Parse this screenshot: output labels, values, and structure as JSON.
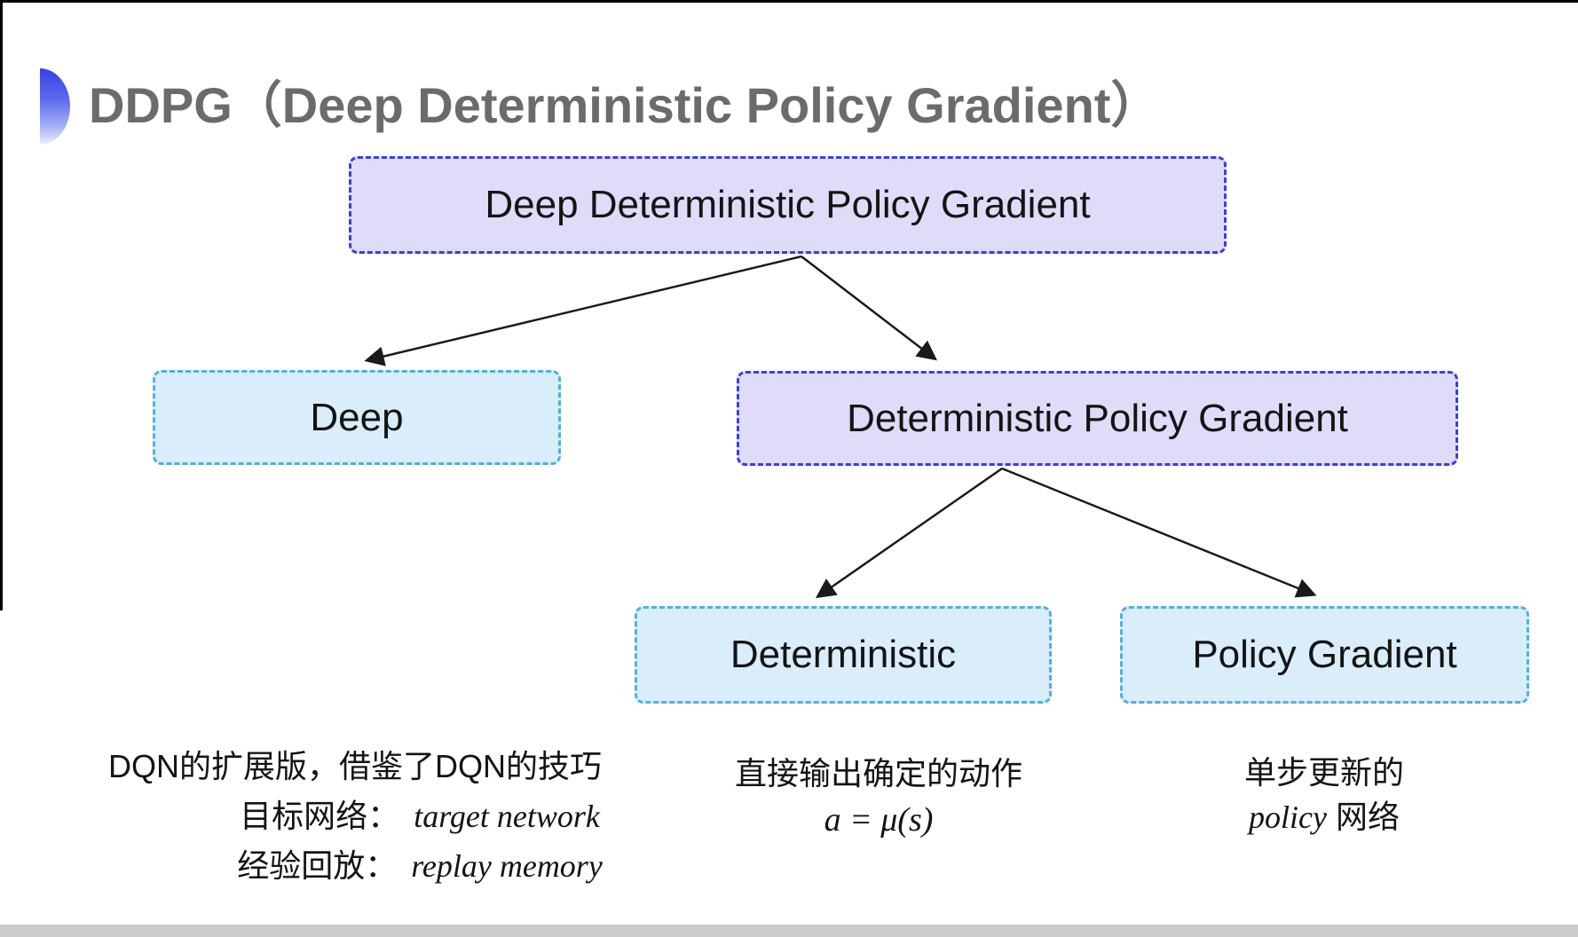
{
  "slide": {
    "title": "DDPG（Deep Deterministic Policy Gradient）"
  },
  "tree": {
    "root": "Deep Deterministic Policy Gradient",
    "deep": "Deep",
    "dpg": "Deterministic Policy Gradient",
    "deterministic": "Deterministic",
    "policy_gradient": "Policy Gradient"
  },
  "notes": {
    "deep": {
      "line1": "DQN的扩展版，借鉴了DQN的技巧",
      "line2_label": "目标网络：",
      "line2_term": "target network",
      "line3_label": "经验回放：",
      "line3_term": "replay memory"
    },
    "deterministic": {
      "line1": "直接输出确定的动作",
      "formula": "a = μ(s)"
    },
    "policy_gradient": {
      "line1": "单步更新的",
      "term": "policy",
      "suffix": " 网络"
    }
  },
  "icons": {
    "bullet": "half-disc-gradient-icon"
  },
  "colors": {
    "root_fill": "#dedcf8",
    "root_border": "#3d41cc",
    "leaf_fill": "#d9eefa",
    "leaf_border": "#55aedd",
    "title_gray": "#6b6b6b",
    "arrow_black": "#1a1a1a",
    "bullet_blue": "#3642e2",
    "bottom_strip_gray": "#cccccc"
  }
}
